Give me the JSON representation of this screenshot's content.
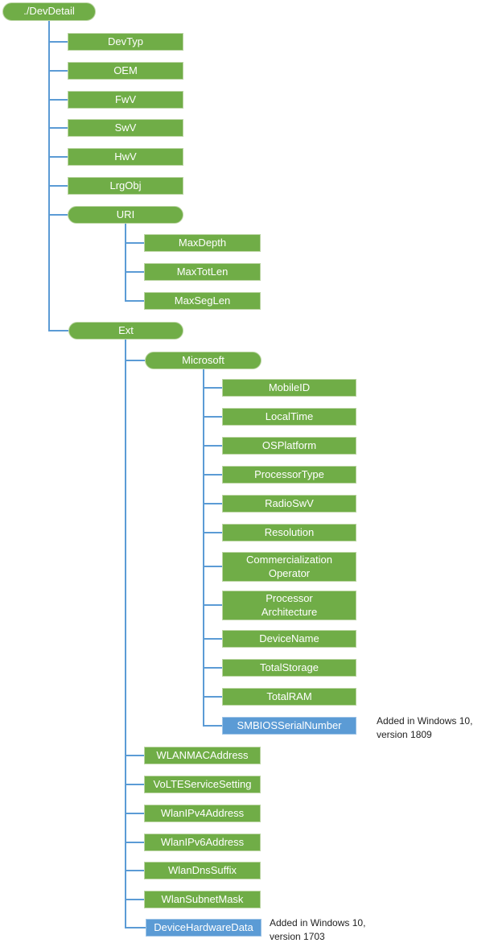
{
  "colors": {
    "node_green": "#70AD47",
    "node_blue": "#5B9BD5",
    "connector_blue": "#5B9BD5",
    "node_text": "#FFFFFF",
    "annotation_text": "#222222"
  },
  "tree": {
    "label": "./DevDetail",
    "children": [
      {
        "label": "DevTyp"
      },
      {
        "label": "OEM"
      },
      {
        "label": "FwV"
      },
      {
        "label": "SwV"
      },
      {
        "label": "HwV"
      },
      {
        "label": "LrgObj"
      },
      {
        "label": "URI",
        "children": [
          {
            "label": "MaxDepth"
          },
          {
            "label": "MaxTotLen"
          },
          {
            "label": "MaxSegLen"
          }
        ]
      },
      {
        "label": "Ext",
        "children": [
          {
            "label": "Microsoft",
            "children": [
              {
                "label": "MobileID"
              },
              {
                "label": "LocalTime"
              },
              {
                "label": "OSPlatform"
              },
              {
                "label": "ProcessorType"
              },
              {
                "label": "RadioSwV"
              },
              {
                "label": "Resolution"
              },
              {
                "label": "Commercialization\nOperator"
              },
              {
                "label": "Processor\nArchitecture"
              },
              {
                "label": "DeviceName"
              },
              {
                "label": "TotalStorage"
              },
              {
                "label": "TotalRAM"
              },
              {
                "label": "SMBIOSSerialNumber",
                "highlight": "blue",
                "annotation": "Added in Windows 10, version 1809"
              }
            ]
          },
          {
            "label": "WLANMACAddress"
          },
          {
            "label": "VoLTEServiceSetting"
          },
          {
            "label": "WlanIPv4Address"
          },
          {
            "label": "WlanIPv6Address"
          },
          {
            "label": "WlanDnsSuffix"
          },
          {
            "label": "WlanSubnetMask"
          },
          {
            "label": "DeviceHardwareData",
            "highlight": "blue",
            "annotation": "Added in Windows 10, version 1703"
          }
        ]
      }
    ]
  }
}
